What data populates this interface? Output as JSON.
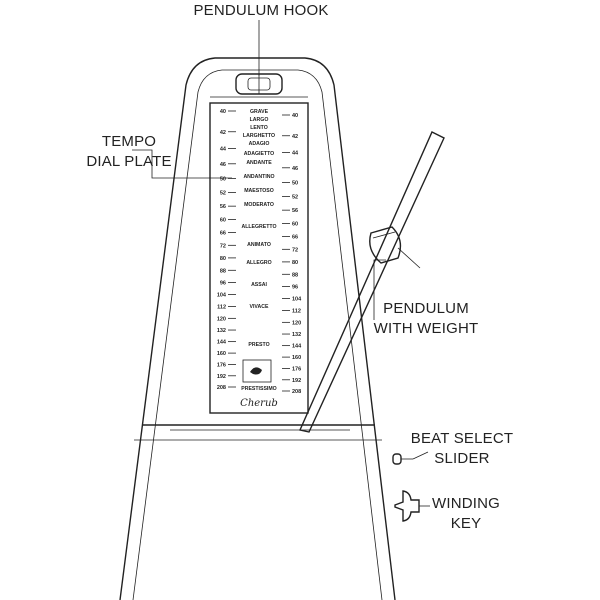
{
  "labels": {
    "pendulum_hook": "PENDULUM HOOK",
    "tempo_dial_plate_line1": "TEMPO",
    "tempo_dial_plate_line2": "DIAL PLATE",
    "pendulum_weight_line1": "PENDULUM",
    "pendulum_weight_line2": "WITH WEIGHT",
    "beat_select_line1": "BEAT SELECT",
    "beat_select_line2": "SLIDER",
    "winding_key_line1": "WINDING",
    "winding_key_line2": "KEY"
  },
  "dial": {
    "left_scale": [
      "40",
      "42",
      "44",
      "46",
      "50",
      "52",
      "56",
      "60",
      "66",
      "72",
      "80",
      "88",
      "96",
      "104",
      "112",
      "120",
      "132",
      "144",
      "160",
      "176",
      "192",
      "208"
    ],
    "right_scale": [
      "40",
      "42",
      "44",
      "46",
      "50",
      "52",
      "56",
      "60",
      "66",
      "72",
      "80",
      "88",
      "96",
      "104",
      "112",
      "120",
      "132",
      "144",
      "160",
      "176",
      "192",
      "208"
    ],
    "tempo_terms": [
      "GRAVE",
      "LARGO",
      "LENTO",
      "LARGHETTO",
      "ADAGIO",
      "ADAGIETTO",
      "ANDANTE",
      "ANDANTINO",
      "MAESTOSO",
      "MODERATO",
      "ALLEGRETTO",
      "ANIMATO",
      "ALLEGRO",
      "ASSAI",
      "VIVACE",
      "PRESTO",
      "PRESTISSIMO"
    ]
  },
  "brand": "Cherub"
}
